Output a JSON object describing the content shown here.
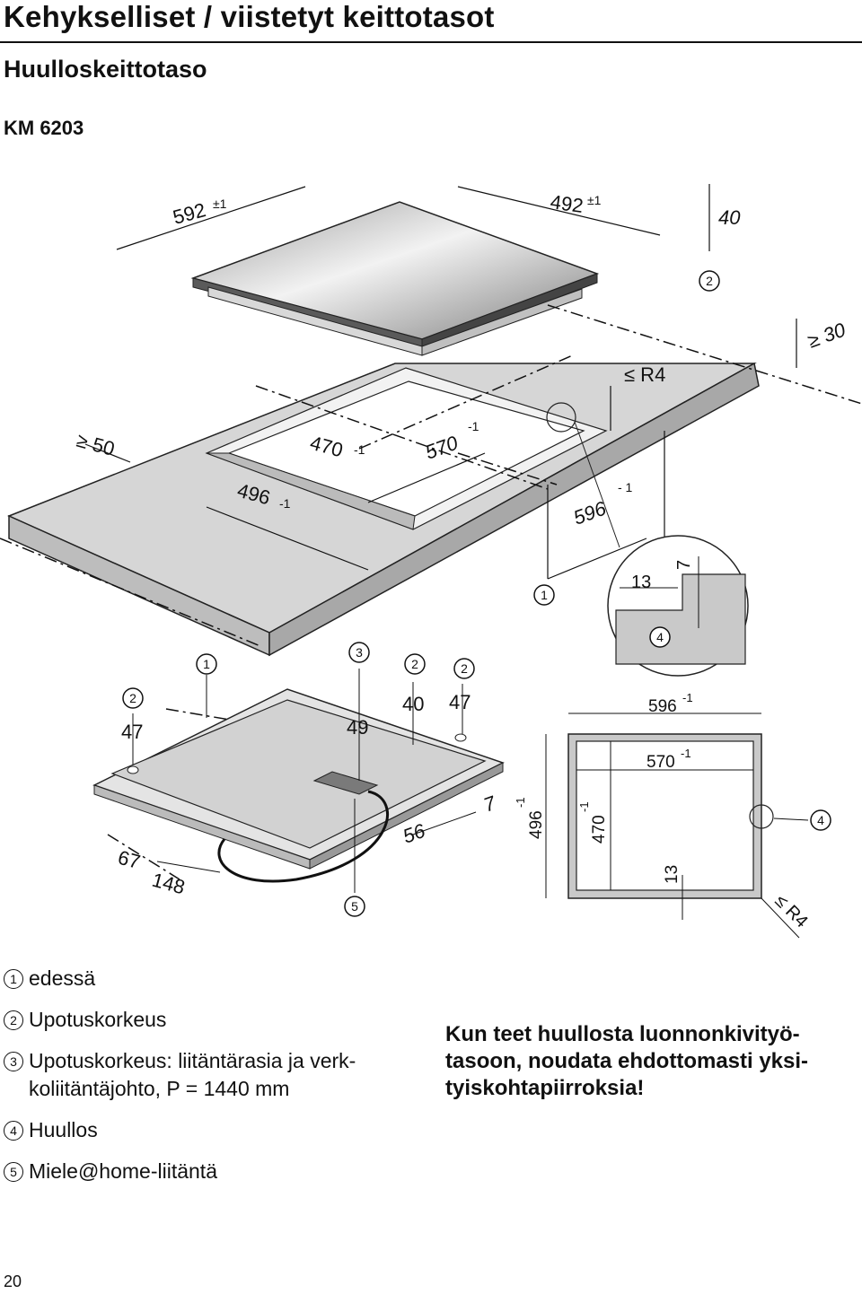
{
  "header": {
    "title": "Kehykselliset / viistetyt keittotasot",
    "subtitle": "Huulloskeittotaso",
    "model": "KM 6203"
  },
  "diagram": {
    "callouts": [
      "1",
      "2",
      "3",
      "4",
      "5"
    ],
    "dimensions": {
      "hob_width": "592",
      "hob_width_tol": "±1",
      "hob_depth": "492",
      "hob_depth_tol": "±1",
      "hob_height": "40",
      "radius_top": "≤ R4",
      "front_edge": "≥ 50",
      "side_edge": "≥ 30",
      "inner_width": "470",
      "inner_width_tol": "-1",
      "inner_depth": "570",
      "inner_depth_tol": "-1",
      "outer_width": "496",
      "outer_width_tol": "-1",
      "outer_depth": "596",
      "outer_depth_tol": "- 1",
      "rebate_width": "13",
      "rebate_depth": "7",
      "under_47_left": "47",
      "under_47_right": "47",
      "under_49": "49",
      "under_40": "40",
      "under_67": "67",
      "under_148": "148",
      "under_56": "56",
      "under_7": "7",
      "plan_outer_width": "596",
      "plan_outer_tol": "-1",
      "plan_inner_width": "570",
      "plan_inner_tol": "-1",
      "plan_outer_depth": "496",
      "plan_outer_depth_tol": "-1",
      "plan_inner_depth": "470",
      "plan_inner_depth_tol": "-1",
      "plan_rebate": "13",
      "plan_radius": "≤ R4"
    }
  },
  "legend": [
    {
      "num": "1",
      "text": "edessä"
    },
    {
      "num": "2",
      "text": "Upotuskorkeus"
    },
    {
      "num": "3",
      "text": "Upotuskorkeus: liitäntärasia ja verk­koliitäntäjohto, P = 1440 mm"
    },
    {
      "num": "4",
      "text": "Huullos"
    },
    {
      "num": "5",
      "text": "Miele@home-liitäntä"
    }
  ],
  "note": "Kun teet huullosta luonnonkivityö­tasoon, noudata ehdottomasti yksi­tyiskohtapiirroksia!",
  "page_number": "20"
}
